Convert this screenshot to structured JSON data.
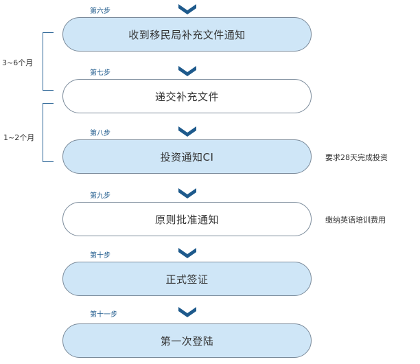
{
  "colors": {
    "accent": "#1e5a8c",
    "pill_blue": "#cfe6f7",
    "pill_border": "#7a8a9a"
  },
  "steps": [
    {
      "label": "第六步",
      "text": "收到移民局补充文件通知",
      "style": "blue"
    },
    {
      "label": "第七步",
      "text": "递交补充文件",
      "style": "white"
    },
    {
      "label": "第八步",
      "text": "投资通知CI",
      "style": "blue"
    },
    {
      "label": "第九步",
      "text": "原则批准通知",
      "style": "white"
    },
    {
      "label": "第十步",
      "text": "正式签证",
      "style": "blue"
    },
    {
      "label": "第十一步",
      "text": "第一次登陆",
      "style": "blue"
    }
  ],
  "durations": [
    {
      "text": "3~6个月"
    },
    {
      "text": "1~2个月"
    }
  ],
  "notes": [
    {
      "text": "要求28天完成投资"
    },
    {
      "text": "缴纳英语培训费用"
    }
  ]
}
